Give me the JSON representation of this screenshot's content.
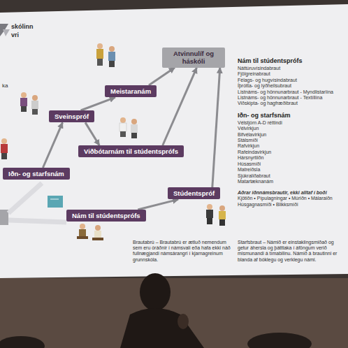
{
  "diagram": {
    "nodes": [
      {
        "text": [
          "Atvinnulíf og háskóli"
        ]
      },
      {
        "text": [
          "Meistaranám"
        ]
      },
      {
        "text": [
          "Sveinspróf"
        ]
      },
      {
        "text": [
          "Viðbótarnám til stúdentsprófs"
        ]
      },
      {
        "text": [
          "Iðn- og starfsnám"
        ]
      },
      {
        "text": [
          "Stúdentspróf"
        ]
      },
      {
        "text": [
          "Nám til stúdentsprófs"
        ]
      }
    ],
    "edges": [
      {
        "from": 4,
        "to": 2,
        "arrow": "to"
      },
      {
        "from": 2,
        "to": 1,
        "arrow": "to"
      },
      {
        "from": 1,
        "to": 0,
        "arrow": "to"
      },
      {
        "from": 2,
        "to": 3,
        "arrow": "to"
      },
      {
        "from": 3,
        "to": 0,
        "arrow": "to"
      },
      {
        "from": 6,
        "to": 5,
        "arrow": "to"
      },
      {
        "from": 5,
        "to": 0,
        "arrow": "to"
      }
    ],
    "labels": [
      "skólinn",
      "vri",
      "ka",
      "Nám til stúdentsprófs",
      "Náttúruvísindabraut",
      "Fjölgreinabraut",
      "Félags- og hugvísindabraut",
      "Íþrótta- og lýðheilsubraut",
      "Listnáms- og hönnunarbraut - Myndlistarlína",
      "Listnáms- og hönnunarbraut - Textíllína",
      "Viðskipta- og hagfræðibraut",
      "Iðn- og starfsnám",
      "Vélstjórn A-D réttindi",
      "Vélvirkjun",
      "Bifvélavirkjun",
      "Stálsmíði",
      "Rafvirkjun",
      "Rafeindavirkjun",
      "Hársnyrtiiðn",
      "Húsasmíði",
      "Matreiðsla",
      "Sjúkraliðabraut",
      "Matartæknanám",
      "Aðrar iðnnámsbrautir, ekki alltaf í boði",
      "Kjötiðn • Pípulagningar • Múriðn • Málaraiðn",
      "Húsgagnasmíði • Blikksmíði",
      "Brautabrú – Brautabrú er ætluð nemendum sem eru óráðnir í námsvali eða hafa ekki náð fullnægjandi námsárangri í kjarnagreinum grunnskóla.",
      "Starfsbraut – Námið er einstaklingsmiðað og getur áhersla og þátttaka í áföngum verið mismunandi á tímabilinu. Námið á brautinni er blanda af bóklegu og verklegu námi."
    ]
  }
}
